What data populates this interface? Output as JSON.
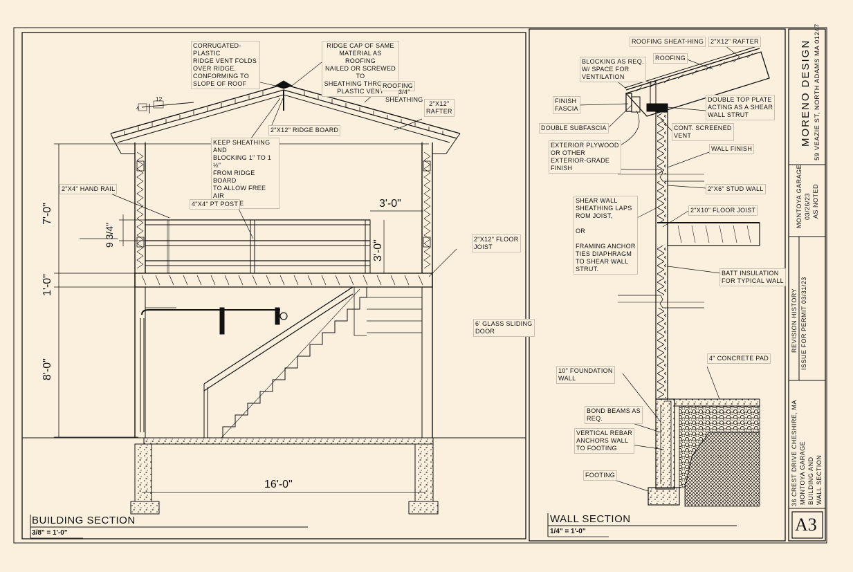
{
  "building_section": {
    "title": "BUILDING SECTION",
    "scale": "3/8\" = 1'-0\"",
    "labels": {
      "ridge_vent": "CORRUGATED-PLASTIC\nRIDGE VENT FOLDS\nOVER RIDGE.\nCONFORMING TO\nSLOPE OF ROOF",
      "ridge_cap": "RIDGE CAP OF SAME\nMATERIAL AS ROOFING\nNAILED OR SCREWED TO\nSHEATHING THROUGH\nPLASTIC VENT",
      "roofing": "ROOFING",
      "sheathing": "3/4\"\nSHEATHING",
      "rafter": "2\"x12\"\nRAFTER",
      "ridge_board": "2\"x12\" RIDGE BOARD",
      "keep_sheathing": "KEEP SHEATHING AND\nBLOCKING 1\" TO 1 ½\"\nFROM RIDGE BOARD\nTO ALLOW FREE AIR\nPASSAGE",
      "hand_rail": "2\"x4\" HAND RAIL",
      "pt_post": "4\"x4\" PT POST",
      "floor_joist": "2\"x12\" FLOOR\nJOIST",
      "glass_door": "6' GLASS SLIDING\nDOOR",
      "pitch_run": "12",
      "pitch_rise": "4"
    },
    "dimensions": {
      "upper_height": "7'-0\"",
      "floor_depth": "1'-0\"",
      "lower_height": "8'-0\"",
      "rail_spacing": "9 3/4\"",
      "rail_height": "3'-0\"",
      "rail_width": "3'-0\"",
      "building_width": "16'-0\""
    }
  },
  "wall_section": {
    "title": "WALL SECTION",
    "scale": "1/4\" = 1'-0\"",
    "labels": {
      "roofing_sheathing": "ROOFING SHEAT-HING",
      "rafter": "2\"x12\" RAFTER",
      "roofing": "ROOFING",
      "blocking": "BLOCKING AS REQ.\nw/ SPACE FOR\nVENTILATION",
      "finish_fascia": "FINISH\nFASCIA",
      "double_subfascia": "DOUBLE SUBFASCIA",
      "double_top_plate": "DOUBLE TOP PLATE\nACTING AS A SHEAR\nWALL STRUT",
      "screened_vent": "CONT. SCREENED\nVENT",
      "exterior_plywood": "EXTERIOR PLYWOOD\nOR OTHER\nEXTERIOR-GRADE\nFINISH",
      "wall_finish": "WALL FINISH",
      "stud_wall": "2\"x6\" STUD WALL",
      "shear_wall": "SHEAR WALL\nSHEATHING LAPS\nROM JOIST,\n\nOR\n\nFRAMING ANCHOR\nTIES DIAPHRAGM\nTO SHEAR WALL\nSTRUT.",
      "floor_joist": "2\"x10\" FLOOR JOIST",
      "batt_insulation": "BATT INSULATION\nFOR TYPICAL WALL",
      "foundation_wall": "10\" FOUNDATION\nWALL",
      "concrete_pad": "4\" CONCRETE PAD",
      "bond_beams": "BOND BEAMS AS\nREQ.",
      "vertical_rebar": "VERTICAL REBAR\nANCHORS WALL\nTO FOOTING",
      "footing": "FOOTING"
    }
  },
  "title_block": {
    "firm_name": "MORENO DESIGN",
    "firm_address": "59 VEAZIE ST, NORTH ADAMS MA 01247",
    "project": "MONTOYA GARAGE",
    "date": "03/26/23",
    "scale_note": "AS NOTED",
    "revision_heading": "REVISION HISTORY",
    "revision_entry": "ISSUE FOR PERMIT 03/31/23",
    "site_address": "36 CREST DRIVE CHESHIRE, MA",
    "sheet_project": "MONTOYA GARAGE",
    "sheet_title_1": "BUILDING AND",
    "sheet_title_2": "WALL SECTION",
    "sheet_number": "A3"
  },
  "colors": {
    "paper": "#fbf0de",
    "ink": "#111111"
  }
}
